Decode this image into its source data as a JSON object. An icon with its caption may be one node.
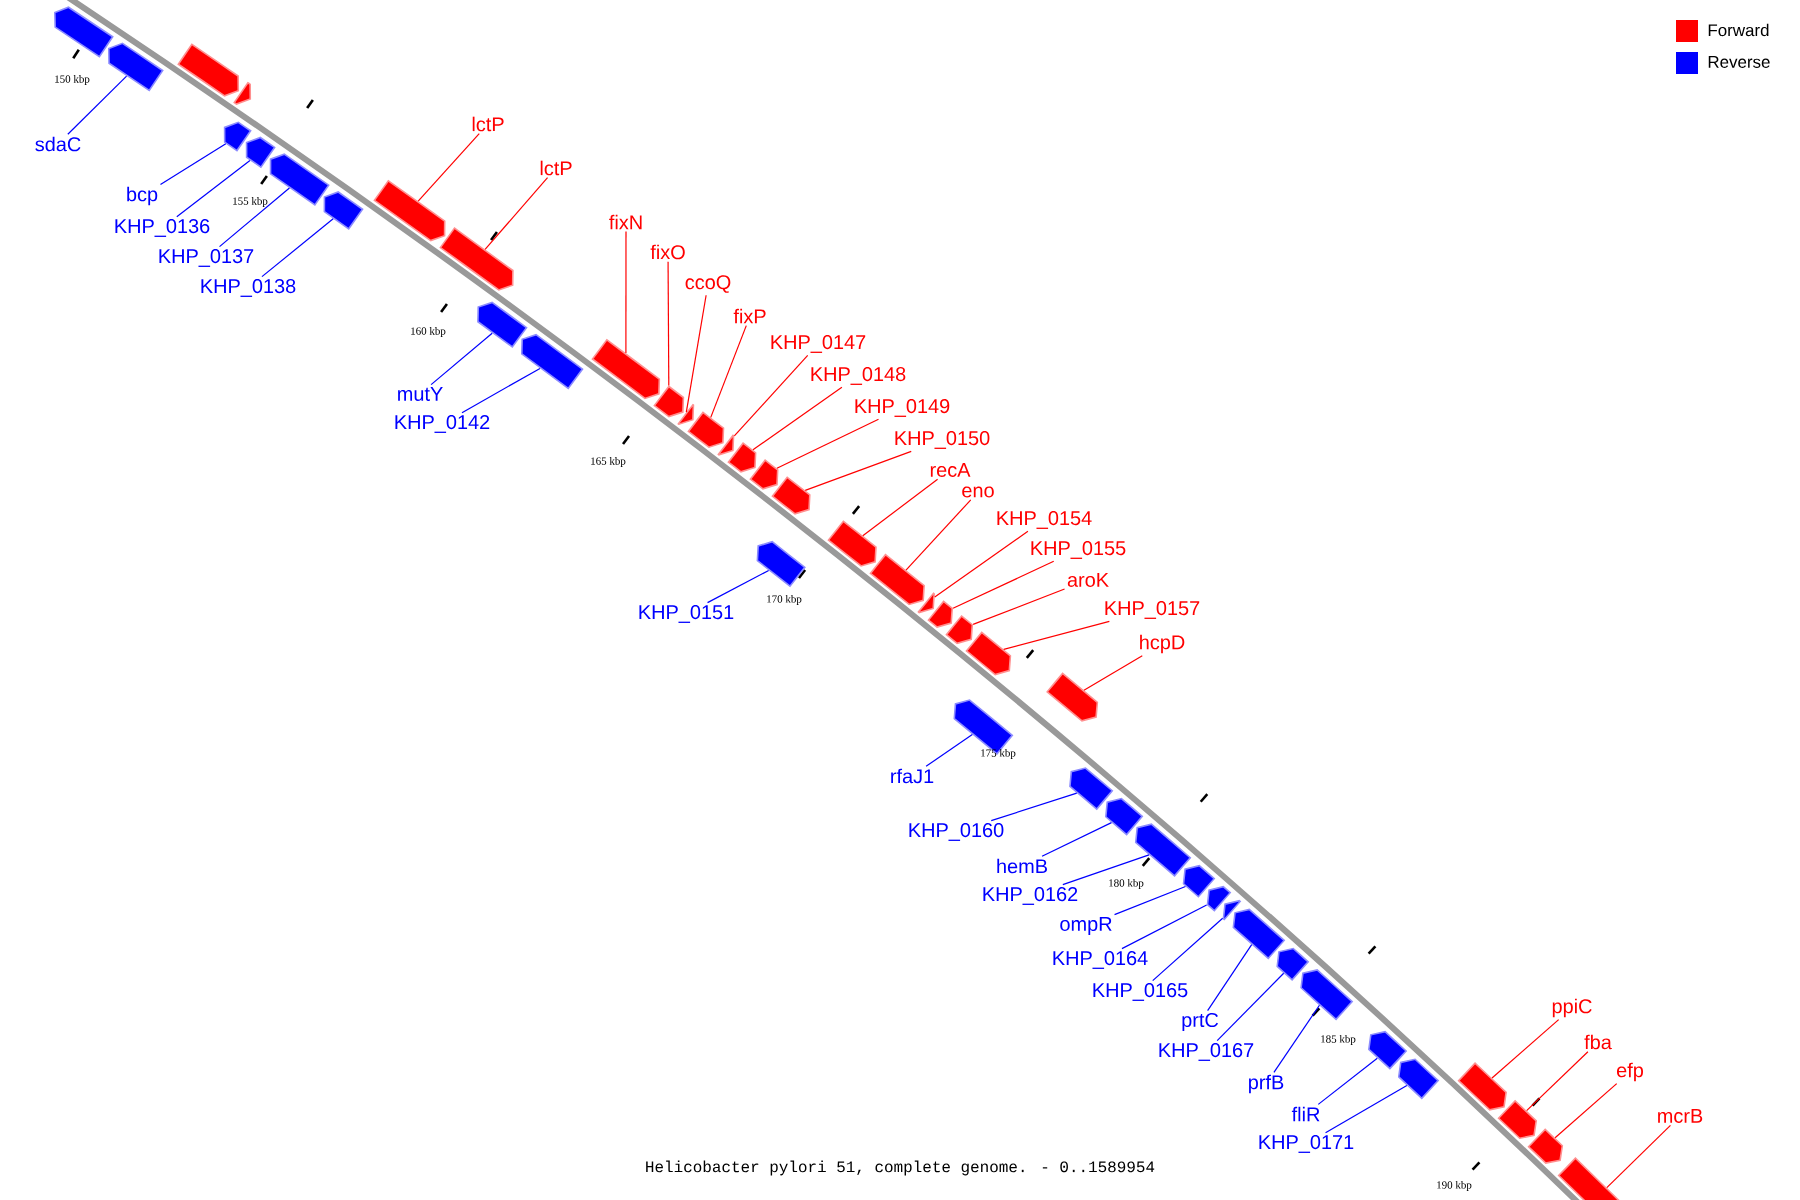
{
  "diagram": {
    "caption": "Helicobacter pylori 51, complete genome. - 0..1589954",
    "nodes": [
      {
        "text": [],
        "shape": "arrow"
      },
      {
        "text": [],
        "shape": "arrow"
      },
      {
        "text": [],
        "shape": "arrow"
      },
      {
        "text": [],
        "shape": "arrow"
      },
      {
        "text": [],
        "shape": "arrow"
      },
      {
        "text": [],
        "shape": "arrow"
      },
      {
        "text": [],
        "shape": "arrow"
      },
      {
        "text": [],
        "shape": "arrow"
      },
      {
        "text": [],
        "shape": "arrow"
      },
      {
        "text": [],
        "shape": "arrow"
      },
      {
        "text": [],
        "shape": "arrow"
      },
      {
        "text": [],
        "shape": "arrow"
      },
      {
        "text": [],
        "shape": "arrow"
      },
      {
        "text": [],
        "shape": "arrow"
      },
      {
        "text": [],
        "shape": "arrow"
      },
      {
        "text": [],
        "shape": "arrow"
      },
      {
        "text": [],
        "shape": "arrow"
      },
      {
        "text": [],
        "shape": "arrow"
      },
      {
        "text": [],
        "shape": "arrow"
      },
      {
        "text": [],
        "shape": "arrow"
      },
      {
        "text": [],
        "shape": "arrow"
      },
      {
        "text": [],
        "shape": "arrow"
      },
      {
        "text": [],
        "shape": "arrow"
      },
      {
        "text": [],
        "shape": "arrow"
      },
      {
        "text": [],
        "shape": "arrow"
      },
      {
        "text": [],
        "shape": "arrow"
      },
      {
        "text": [],
        "shape": "arrow"
      },
      {
        "text": [],
        "shape": "arrow"
      },
      {
        "text": [],
        "shape": "arrow"
      },
      {
        "text": [],
        "shape": "arrow"
      },
      {
        "text": [],
        "shape": "arrow"
      },
      {
        "text": [],
        "shape": "arrow"
      },
      {
        "text": [],
        "shape": "arrow"
      },
      {
        "text": [],
        "shape": "arrow"
      },
      {
        "text": [],
        "shape": "arrow"
      },
      {
        "text": [],
        "shape": "arrow"
      },
      {
        "text": [],
        "shape": "arrow"
      },
      {
        "text": [],
        "shape": "arrow"
      },
      {
        "text": [],
        "shape": "arrow"
      },
      {
        "text": [],
        "shape": "arrow"
      },
      {
        "text": [],
        "shape": "arrow"
      },
      {
        "text": [],
        "shape": "arrow"
      },
      {
        "text": [],
        "shape": "arrow"
      },
      {
        "text": [],
        "shape": "arrow"
      },
      {
        "text": [
          "sdaC"
        ]
      },
      {
        "text": [
          "bcp"
        ]
      },
      {
        "text": [
          "KHP_0136"
        ]
      },
      {
        "text": [
          "KHP_0137"
        ]
      },
      {
        "text": [
          "KHP_0138"
        ]
      },
      {
        "text": [
          "lctP"
        ]
      },
      {
        "text": [
          "lctP"
        ]
      },
      {
        "text": [
          "mutY"
        ]
      },
      {
        "text": [
          "KHP_0142"
        ]
      },
      {
        "text": [
          "fixN"
        ]
      },
      {
        "text": [
          "fixO"
        ]
      },
      {
        "text": [
          "ccoQ"
        ]
      },
      {
        "text": [
          "fixP"
        ]
      },
      {
        "text": [
          "KHP_0147"
        ]
      },
      {
        "text": [
          "KHP_0148"
        ]
      },
      {
        "text": [
          "KHP_0149"
        ]
      },
      {
        "text": [
          "KHP_0150"
        ]
      },
      {
        "text": [
          "KHP_0151"
        ]
      },
      {
        "text": [
          "recA"
        ]
      },
      {
        "text": [
          "eno"
        ]
      },
      {
        "text": [
          "KHP_0154"
        ]
      },
      {
        "text": [
          "KHP_0155"
        ]
      },
      {
        "text": [
          "aroK"
        ]
      },
      {
        "text": [
          "KHP_0157"
        ]
      },
      {
        "text": [
          "hcpD"
        ]
      },
      {
        "text": [
          "rfaJ1"
        ]
      },
      {
        "text": [
          "KHP_0160"
        ]
      },
      {
        "text": [
          "hemB"
        ]
      },
      {
        "text": [
          "KHP_0162"
        ]
      },
      {
        "text": [
          "ompR"
        ]
      },
      {
        "text": [
          "KHP_0164"
        ]
      },
      {
        "text": [
          "KHP_0165"
        ]
      },
      {
        "text": [
          "prtC"
        ]
      },
      {
        "text": [
          "KHP_0167"
        ]
      },
      {
        "text": [
          "prfB"
        ]
      },
      {
        "text": [
          "fliR"
        ]
      },
      {
        "text": [
          "KHP_0171"
        ]
      },
      {
        "text": [
          "ppiC"
        ]
      },
      {
        "text": [
          "fba"
        ]
      },
      {
        "text": [
          "efp"
        ]
      },
      {
        "text": [
          "mcrB"
        ]
      }
    ],
    "edges": [
      {
        "from": 44,
        "to": 1,
        "arrow": "none",
        "color": "#0000ff"
      },
      {
        "from": 45,
        "to": 4,
        "arrow": "none",
        "color": "#0000ff"
      },
      {
        "from": 46,
        "to": 5,
        "arrow": "none",
        "color": "#0000ff"
      },
      {
        "from": 47,
        "to": 6,
        "arrow": "none",
        "color": "#0000ff"
      },
      {
        "from": 48,
        "to": 7,
        "arrow": "none",
        "color": "#0000ff"
      },
      {
        "from": 49,
        "to": 8,
        "arrow": "none"
      },
      {
        "from": 50,
        "to": 9,
        "arrow": "none"
      },
      {
        "from": 51,
        "to": 10,
        "arrow": "none",
        "color": "#0000ff"
      },
      {
        "from": 52,
        "to": 11,
        "arrow": "none",
        "color": "#0000ff"
      },
      {
        "from": 53,
        "to": 12,
        "arrow": "none"
      },
      {
        "from": 54,
        "to": 13,
        "arrow": "none"
      },
      {
        "from": 55,
        "to": 14,
        "arrow": "none"
      },
      {
        "from": 56,
        "to": 15,
        "arrow": "none"
      },
      {
        "from": 57,
        "to": 16,
        "arrow": "none"
      },
      {
        "from": 58,
        "to": 17,
        "arrow": "none"
      },
      {
        "from": 59,
        "to": 18,
        "arrow": "none"
      },
      {
        "from": 60,
        "to": 19,
        "arrow": "none"
      },
      {
        "from": 61,
        "to": 20,
        "arrow": "none",
        "color": "#0000ff"
      },
      {
        "from": 62,
        "to": 21,
        "arrow": "none"
      },
      {
        "from": 63,
        "to": 22,
        "arrow": "none"
      },
      {
        "from": 64,
        "to": 23,
        "arrow": "none"
      },
      {
        "from": 65,
        "to": 24,
        "arrow": "none"
      },
      {
        "from": 66,
        "to": 25,
        "arrow": "none"
      },
      {
        "from": 67,
        "to": 26,
        "arrow": "none"
      },
      {
        "from": 68,
        "to": 28,
        "arrow": "none"
      },
      {
        "from": 69,
        "to": 27,
        "arrow": "none",
        "color": "#0000ff"
      },
      {
        "from": 70,
        "to": 29,
        "arrow": "none",
        "color": "#0000ff"
      },
      {
        "from": 71,
        "to": 30,
        "arrow": "none",
        "color": "#0000ff"
      },
      {
        "from": 72,
        "to": 31,
        "arrow": "none",
        "color": "#0000ff"
      },
      {
        "from": 73,
        "to": 32,
        "arrow": "none",
        "color": "#0000ff"
      },
      {
        "from": 74,
        "to": 33,
        "arrow": "none",
        "color": "#0000ff"
      },
      {
        "from": 75,
        "to": 34,
        "arrow": "none",
        "color": "#0000ff"
      },
      {
        "from": 76,
        "to": 35,
        "arrow": "none",
        "color": "#0000ff"
      },
      {
        "from": 77,
        "to": 36,
        "arrow": "none",
        "color": "#0000ff"
      },
      {
        "from": 78,
        "to": 37,
        "arrow": "none",
        "color": "#0000ff"
      },
      {
        "from": 79,
        "to": 38,
        "arrow": "none",
        "color": "#0000ff"
      },
      {
        "from": 80,
        "to": 39,
        "arrow": "none",
        "color": "#0000ff"
      },
      {
        "from": 81,
        "to": 40,
        "arrow": "none"
      },
      {
        "from": 82,
        "to": 41,
        "arrow": "none"
      },
      {
        "from": 83,
        "to": 42,
        "arrow": "none"
      },
      {
        "from": 84,
        "to": 43,
        "arrow": "none"
      }
    ],
    "labels": [
      "150 kbp",
      "155 kbp",
      "160 kbp",
      "165 kbp",
      "170 kbp",
      "175 kbp",
      "180 kbp",
      "185 kbp",
      "190 kbp"
    ],
    "legend": [
      {
        "text": "Forward",
        "color": "#ff0000"
      },
      {
        "text": "Reverse",
        "color": "#0000ff"
      }
    ]
  }
}
